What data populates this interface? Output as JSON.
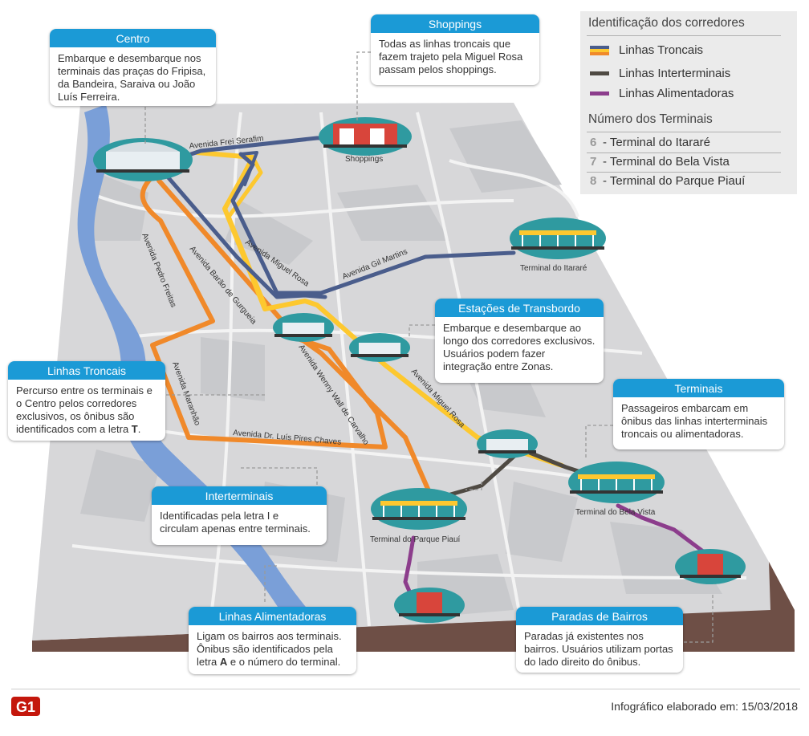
{
  "map": {
    "street_labels": {
      "frei_serafim": "Avenida Frei Serafim",
      "miguel_rosa_north": "Avenida Miguel Rosa",
      "gil_martins": "Avenida Gil Martins",
      "barao_gurgueia": "Avenida Barão de Gurgueia",
      "pedro_freitas": "Avenida Pedro Freitas",
      "maranhao": "Avenida Maranhão",
      "wenny_wall": "Avenida Wenny Wall de Carvalho",
      "luis_pires": "Avenida Dr. Luís Pires Chaves",
      "miguel_rosa_south": "Avenida Miguel Rosa"
    },
    "place_labels": {
      "shoppings": "Shoppings",
      "itarare": "Terminal do Itararé",
      "bela_vista": "Terminal do Bela Vista",
      "parque_piaui": "Terminal do Parque Piauí"
    },
    "colors": {
      "river": "#7a9fd8",
      "ground": "#d7d7d9",
      "blocks": "#c8c9cc",
      "streets": "#f3f3f3",
      "slab_side": "#6e4f46",
      "trunk_blue": "#4a5d8c",
      "trunk_yellow": "#fdc82f",
      "trunk_orange": "#f0892a",
      "interterminal": "#4f4a43",
      "feeder": "#8c3d8c",
      "terminal_dome": "#2f9aa0",
      "station_red": "#d8453b"
    }
  },
  "callouts": {
    "centro": {
      "title": "Centro",
      "body": "Embarque e desembarque nos terminais das praças do Fripisa, da Bandeira, Saraiva ou João Luís Ferreira."
    },
    "shoppings": {
      "title": "Shoppings",
      "body": "Todas as linhas troncais que fazem trajeto pela Miguel Rosa passam pelos shoppings."
    },
    "estacoes": {
      "title": "Estações de Transbordo",
      "body": "Embarque e desembarque ao longo dos corredores exclusivos. Usuários podem fazer integração entre Zonas."
    },
    "troncais": {
      "title": "Linhas Troncais",
      "body_before": "Percurso entre os terminais e o Centro pelos corredores exclusivos, os ônibus são identificados com a letra ",
      "body_letter": "T",
      "body_after": "."
    },
    "terminais": {
      "title": "Terminais",
      "body": "Passageiros embarcam em ônibus das linhas interterminais troncais ou alimentadoras."
    },
    "interterminais": {
      "title": "Interterminais",
      "body": "Identificadas pela letra I e circulam apenas entre terminais."
    },
    "alimentadoras": {
      "title": "Linhas Alimentadoras",
      "body_before": "Ligam os bairros aos terminais. Ônibus são identificados pela letra ",
      "body_letter": "A",
      "body_after": " e o número do terminal."
    },
    "paradas": {
      "title": "Paradas de Bairros",
      "body": "Paradas já existentes nos bairros. Usuários utilizam portas do lado direito do ônibus."
    }
  },
  "legend": {
    "title": "Identificação dos corredores",
    "items": [
      {
        "label": "Linhas Troncais",
        "colors": [
          "#4a5d8c",
          "#fdc82f",
          "#f0892a"
        ]
      },
      {
        "label": "Linhas Interterminais",
        "colors": [
          "#4f4a43"
        ]
      },
      {
        "label": "Linhas Alimentadoras",
        "colors": [
          "#8c3d8c"
        ]
      }
    ],
    "terminals_title": "Número dos Terminais",
    "terminals": [
      {
        "number": "6",
        "label": "- Terminal do Itararé"
      },
      {
        "number": "7",
        "label": "- Terminal do Bela Vista"
      },
      {
        "number": "8",
        "label": "- Terminal do Parque Piauí"
      }
    ]
  },
  "footer": {
    "logo": "G1",
    "credit": "Infográfico elaborado em: 15/03/2018"
  }
}
